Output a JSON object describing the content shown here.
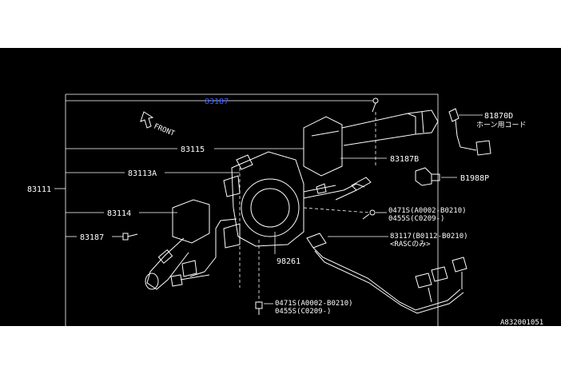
{
  "diagram": {
    "front_label": "FRONT",
    "parts": {
      "assembly": "83111",
      "top_highlight": "83187",
      "combo_switch": "83115",
      "body": "83113A",
      "wiper_lever": "83114",
      "screw_left": "83187",
      "screw_right": "83187B",
      "clip": "B1988P",
      "cable_top": "81870D",
      "cable_top_note": "ホーン用コード",
      "bolt_right_a": "0471S(A0002-B0210)",
      "bolt_right_b": "0455S(C0209-)",
      "harness": "83117(B0112-B0210)",
      "harness_note": "<RASCのみ>",
      "coil": "98261",
      "bolt_bottom_a": "0471S(A0002-B0210)",
      "bolt_bottom_b": "0455S(C0209-)"
    },
    "figure_id": "A832001051",
    "highlight_color": "#3b5bff"
  }
}
